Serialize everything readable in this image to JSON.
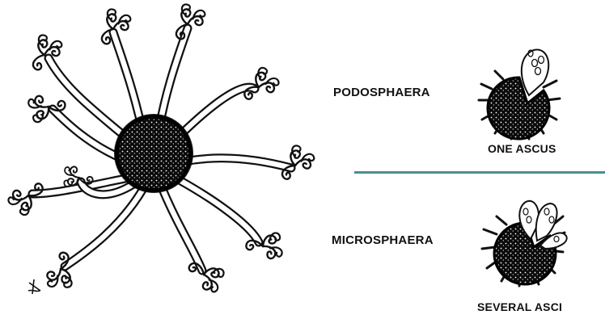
{
  "labels": {
    "genus_top": "PODOSPHAERA",
    "genus_bottom": "MICROSPHAERA",
    "caption_top": "ONE ASCUS",
    "caption_bottom": "SEVERAL ASCI"
  },
  "colors": {
    "divider": "#4a8e92",
    "ink": "#111111"
  }
}
